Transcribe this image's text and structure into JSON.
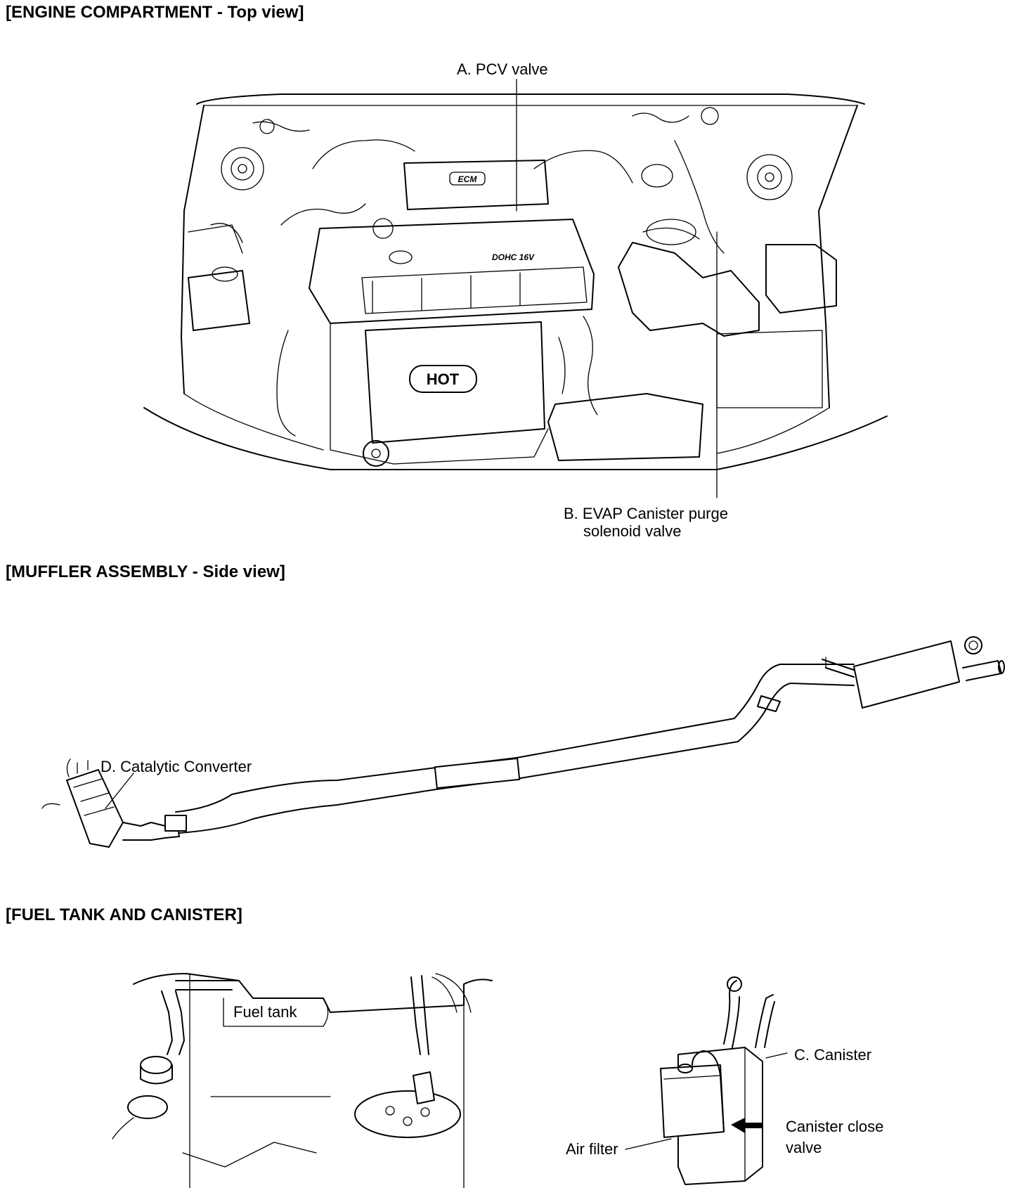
{
  "sections": {
    "engine": {
      "heading": "[ENGINE COMPARTMENT - Top view]"
    },
    "muffler": {
      "heading": "[MUFFLER ASSEMBLY - Side view]"
    },
    "fuel": {
      "heading": "[FUEL TANK AND CANISTER]"
    }
  },
  "labels": {
    "pcv_valve": "A. PCV valve",
    "evap_line1": "B. EVAP Canister purge",
    "evap_line2": "solenoid valve",
    "catalytic_converter": "D. Catalytic Converter",
    "fuel_tank": "Fuel tank",
    "canister": "C. Canister",
    "air_filter": "Air filter",
    "canister_close_line1": "Canister close",
    "canister_close_line2": "valve"
  },
  "engine_text": {
    "hot": "HOT",
    "dohc": "DOHC 16V",
    "ecm": "ECM"
  }
}
